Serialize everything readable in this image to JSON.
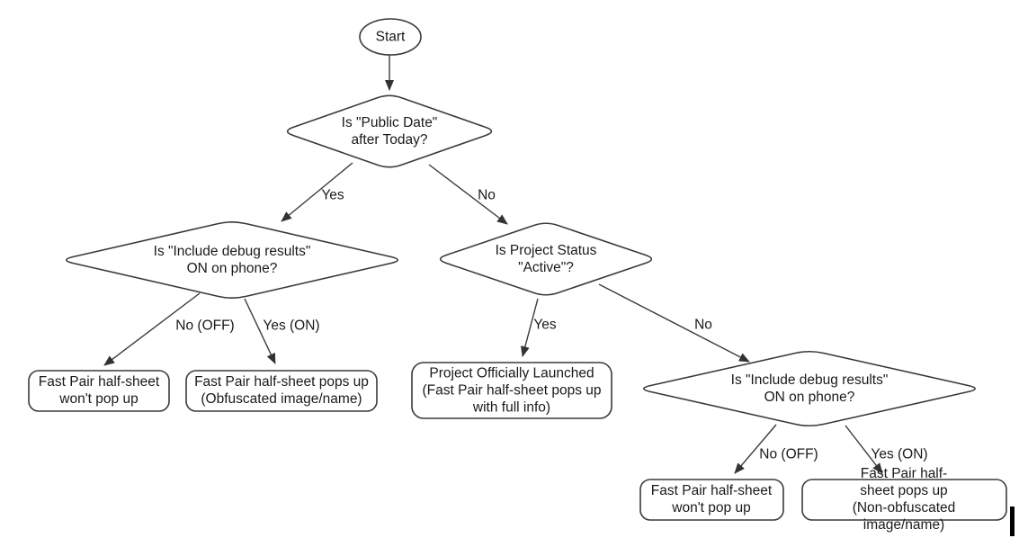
{
  "diagram": {
    "type": "flowchart",
    "colors": {
      "stroke": "#3a3a3a",
      "text": "#1a1a1a",
      "background": "#ffffff",
      "cursor_bar": "#000000"
    },
    "nodes": {
      "start": {
        "label": "Start",
        "shape": "ellipse"
      },
      "decision_public_date": {
        "label": "Is \"Public Date\"\nafter Today?",
        "shape": "diamond"
      },
      "decision_debug_left": {
        "label": "Is \"Include debug results\"\nON on phone?",
        "shape": "diamond"
      },
      "decision_project_status": {
        "label": "Is Project Status\n\"Active\"?",
        "shape": "diamond"
      },
      "decision_debug_right": {
        "label": "Is \"Include debug results\"\nON on phone?",
        "shape": "diamond"
      },
      "outcome_wont_popup_left": {
        "label": "Fast Pair half-sheet\nwon't pop up",
        "shape": "rounded-rect"
      },
      "outcome_obfuscated": {
        "label": "Fast Pair half-sheet pops up\n(Obfuscated image/name)",
        "shape": "rounded-rect"
      },
      "outcome_launched": {
        "label": "Project Officially Launched\n(Fast Pair half-sheet pops up\nwith full info)",
        "shape": "rounded-rect"
      },
      "outcome_wont_popup_right": {
        "label": "Fast Pair half-sheet\nwon't pop up",
        "shape": "rounded-rect"
      },
      "outcome_non_obfuscated": {
        "label": "Fast Pair half-sheet pops up\n(Non-obfuscated image/name)",
        "shape": "rounded-rect"
      }
    },
    "edges": {
      "public_date_yes": {
        "label": "Yes"
      },
      "public_date_no": {
        "label": "No"
      },
      "debug_left_no": {
        "label": "No (OFF)"
      },
      "debug_left_yes": {
        "label": "Yes (ON)"
      },
      "project_status_yes": {
        "label": "Yes"
      },
      "project_status_no": {
        "label": "No"
      },
      "debug_right_no": {
        "label": "No (OFF)"
      },
      "debug_right_yes": {
        "label": "Yes (ON)"
      }
    }
  }
}
